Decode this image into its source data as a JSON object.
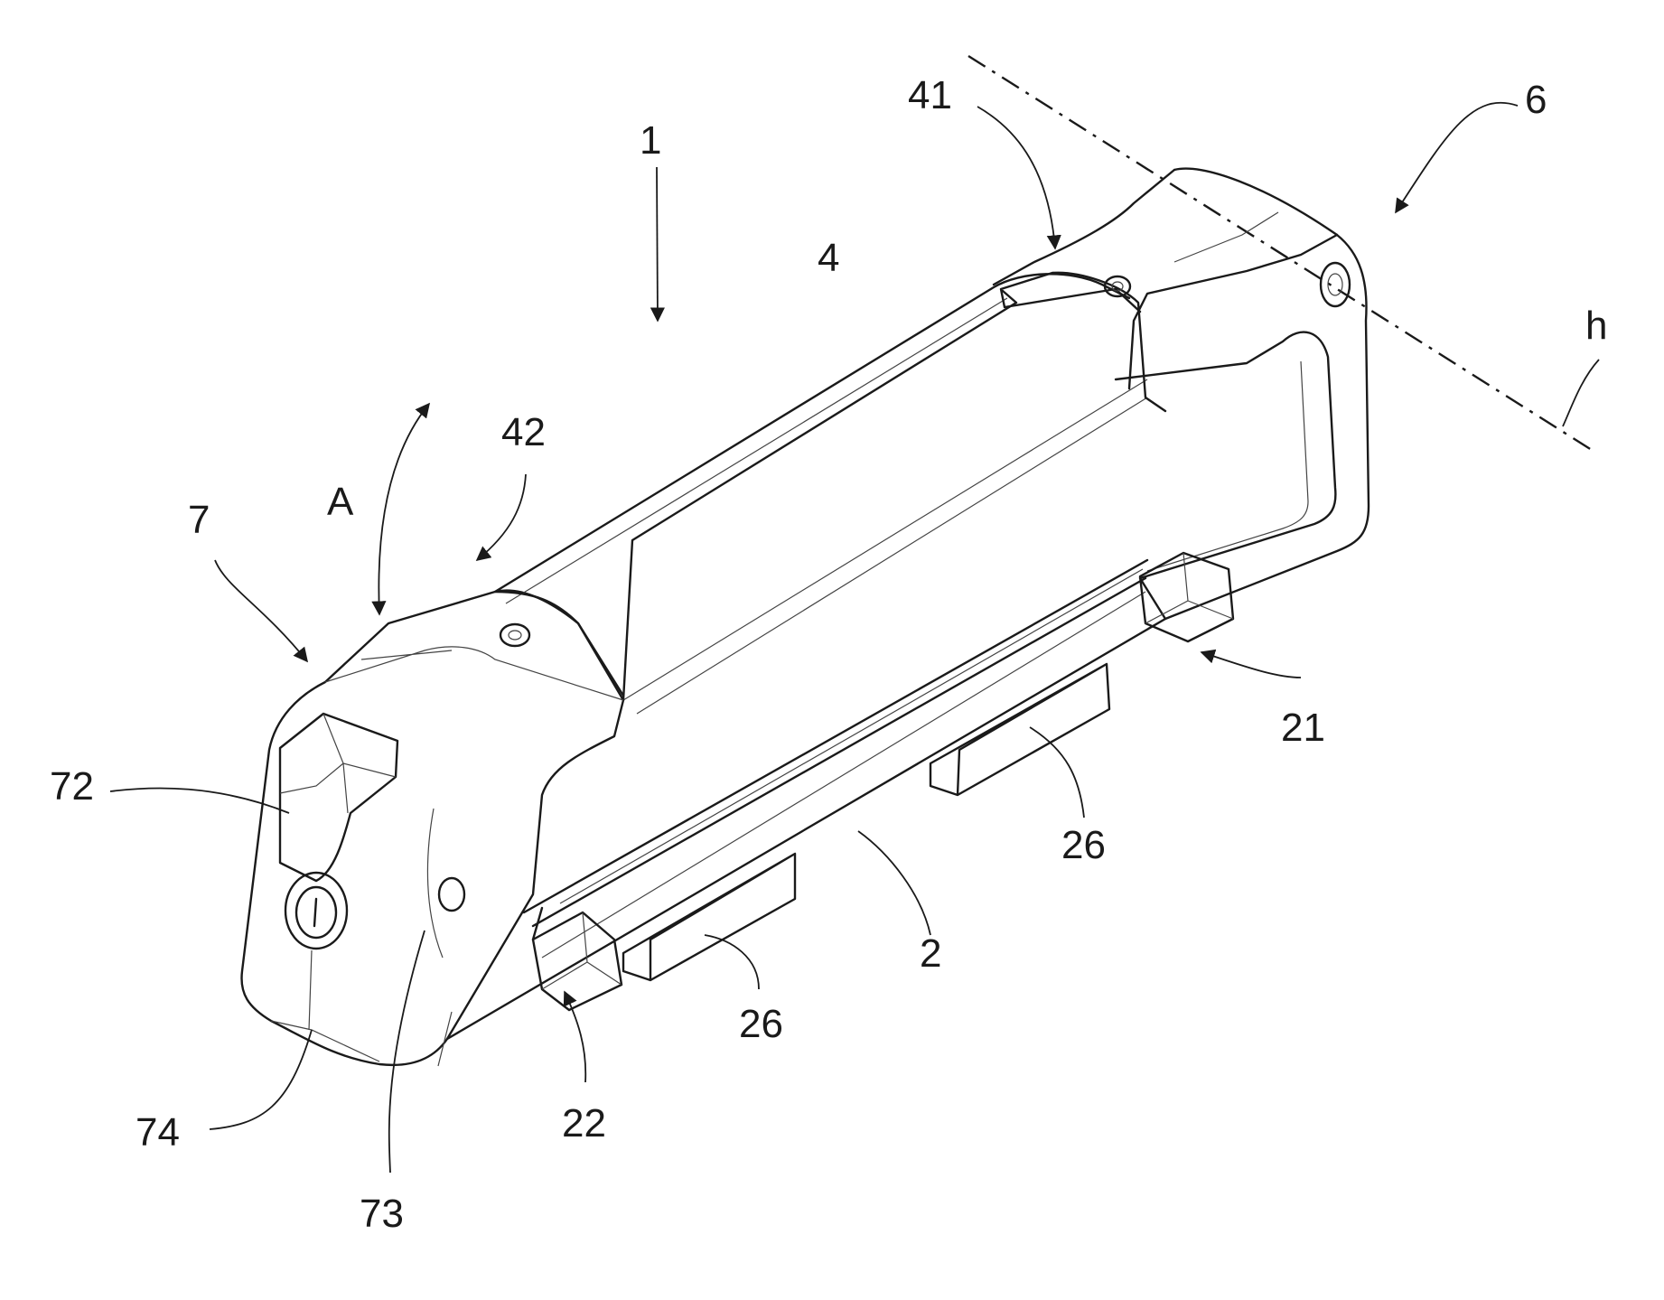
{
  "figure": {
    "reference_labels": [
      {
        "id": "1",
        "text": "1"
      },
      {
        "id": "2",
        "text": "2"
      },
      {
        "id": "4",
        "text": "4"
      },
      {
        "id": "6",
        "text": "6"
      },
      {
        "id": "7",
        "text": "7"
      },
      {
        "id": "21",
        "text": "21"
      },
      {
        "id": "22",
        "text": "22"
      },
      {
        "id": "26a",
        "text": "26"
      },
      {
        "id": "26b",
        "text": "26"
      },
      {
        "id": "41",
        "text": "41"
      },
      {
        "id": "42",
        "text": "42"
      },
      {
        "id": "72",
        "text": "72"
      },
      {
        "id": "73",
        "text": "73"
      },
      {
        "id": "74",
        "text": "74"
      },
      {
        "id": "A",
        "text": "A"
      },
      {
        "id": "h",
        "text": "h"
      }
    ]
  }
}
